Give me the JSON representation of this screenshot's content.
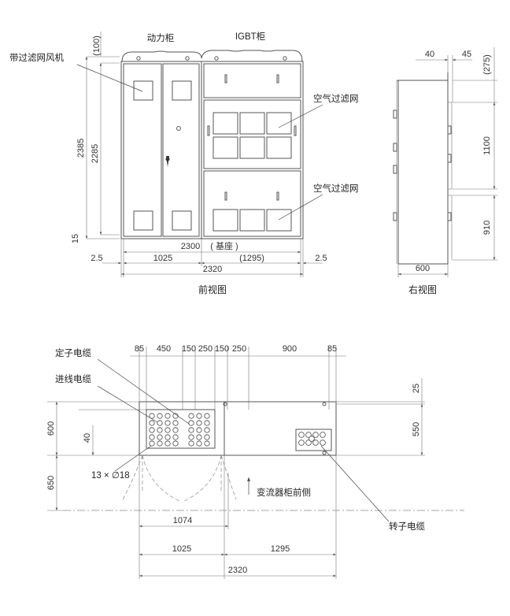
{
  "front_view": {
    "title": "前视图",
    "label_power_cabinet": "动力柜",
    "label_igbt_cabinet": "IGBT柜",
    "label_fan_filter": "带过滤网风机",
    "label_air_filter_1": "空气过滤网",
    "label_air_filter_2": "空气过滤网",
    "dim_100": "(100)",
    "dim_2385": "2385",
    "dim_2285": "2285",
    "dim_15": "15",
    "dim_2300": "2300",
    "dim_base": "( 基座 )",
    "dim_1025": "1025",
    "dim_1295": "(1295)",
    "dim_2_5_left": "2.5",
    "dim_2_5_right": "2.5",
    "dim_2320": "2320"
  },
  "side_view": {
    "title": "右视图",
    "dim_40": "40",
    "dim_45": "45",
    "dim_275": "(275)",
    "dim_1100": "1100",
    "dim_910": "910",
    "dim_600": "600"
  },
  "plan_view": {
    "label_stator_cable": "定子电缆",
    "label_incoming_cable": "进线电缆",
    "label_rotor_cable": "转子电缆",
    "label_front_side": "变流器柜前侧",
    "label_holes": "13 × ∅18",
    "top_dims": [
      "85",
      "450",
      "150",
      "250",
      "150",
      "250",
      "900",
      "85"
    ],
    "dim_600": "600",
    "dim_40": "40",
    "dim_650": "650",
    "dim_25": "25",
    "dim_550": "550",
    "dim_1074": "1074",
    "dim_1025": "1025",
    "dim_1295": "1295",
    "dim_2320": "2320"
  }
}
